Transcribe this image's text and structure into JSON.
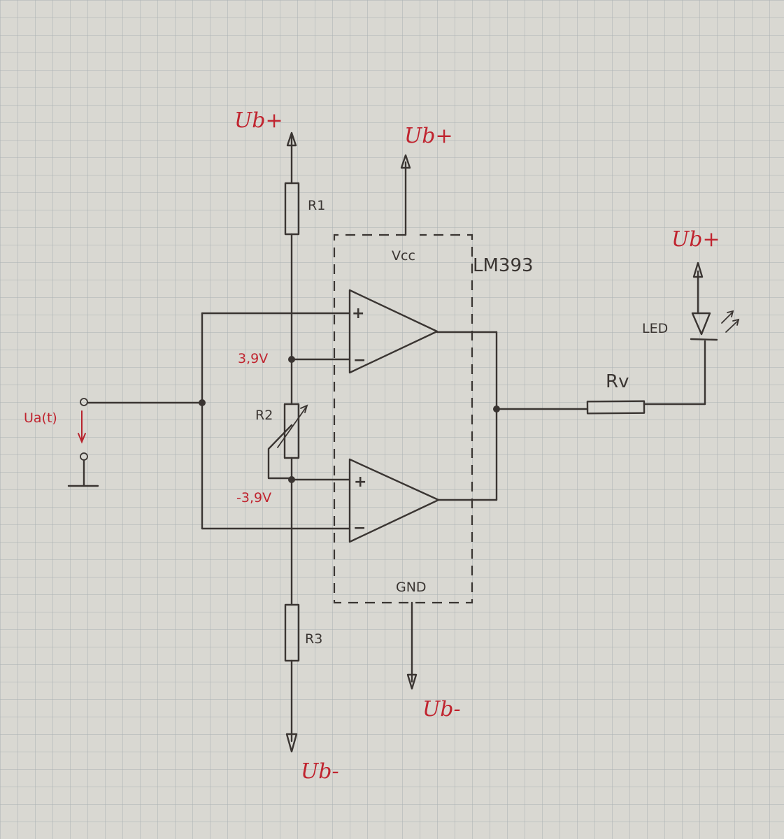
{
  "labels": {
    "supply_pos_left": "Ub+",
    "supply_pos_mid": "Ub+",
    "supply_pos_right": "Ub+",
    "supply_neg_mid": "Ub-",
    "supply_neg_bottom": "Ub-",
    "input_voltage": "Ua(t)",
    "upper_threshold": "3,9V",
    "lower_threshold": "-3,9V",
    "r1": "R1",
    "r2": "R2",
    "r3": "R3",
    "rv": "Rv",
    "led": "LED",
    "ic_name": "LM393",
    "vcc": "Vcc",
    "gnd": "GND",
    "plus_upper": "+",
    "minus_upper": "−",
    "plus_lower": "+",
    "minus_lower": "−"
  },
  "colors": {
    "paper": "#d9d8d2",
    "grid": "#a9b0b3",
    "ink": "#3a3532",
    "annotation_red": "#c0242f"
  }
}
